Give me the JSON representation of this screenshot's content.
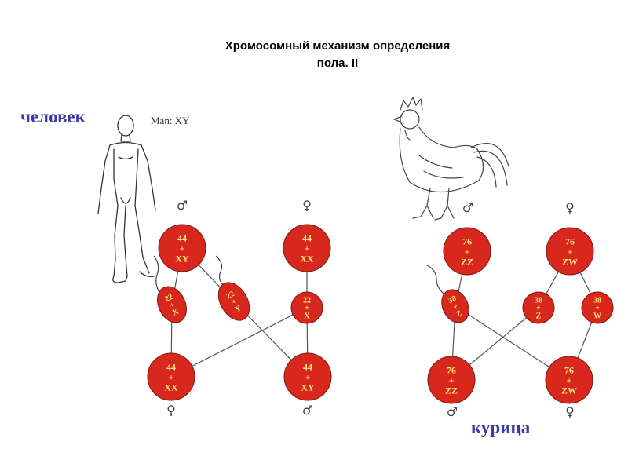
{
  "title": {
    "line1": "Хромосомный механизм определения",
    "line2": "пола. II"
  },
  "labels": {
    "human": "человек",
    "chicken": "курица",
    "man_caption": "Man: XY"
  },
  "symbols": {
    "male": "♂",
    "female": "♀"
  },
  "colors": {
    "cell_fill": "#d8281e",
    "cell_text": "#ffe27a",
    "label_blue": "#3a3aa8"
  },
  "human": {
    "parents": [
      {
        "id": "h-father",
        "lines": [
          "44",
          "+",
          "XY"
        ],
        "sex": "male"
      },
      {
        "id": "h-mother",
        "lines": [
          "44",
          "+",
          "XX"
        ],
        "sex": "female"
      }
    ],
    "gametes": [
      {
        "id": "h-sperm-x",
        "lines": [
          "22",
          "+",
          "X"
        ]
      },
      {
        "id": "h-sperm-y",
        "lines": [
          "22",
          "+",
          "Y"
        ]
      },
      {
        "id": "h-egg",
        "lines": [
          "22",
          "+",
          "X"
        ]
      }
    ],
    "offspring": [
      {
        "id": "h-daughter",
        "lines": [
          "44",
          "+",
          "XX"
        ],
        "sex": "female"
      },
      {
        "id": "h-son",
        "lines": [
          "44",
          "+",
          "XY"
        ],
        "sex": "male"
      }
    ]
  },
  "chicken": {
    "parents": [
      {
        "id": "c-rooster",
        "lines": [
          "76",
          "+",
          "ZZ"
        ],
        "sex": "male"
      },
      {
        "id": "c-hen",
        "lines": [
          "76",
          "+",
          "ZW"
        ],
        "sex": "female"
      }
    ],
    "gametes": [
      {
        "id": "c-sperm-z",
        "lines": [
          "38",
          "+",
          "Z"
        ]
      },
      {
        "id": "c-egg-z",
        "lines": [
          "38",
          "+",
          "Z"
        ]
      },
      {
        "id": "c-egg-w",
        "lines": [
          "38",
          "+",
          "W"
        ]
      }
    ],
    "offspring": [
      {
        "id": "c-male-chick",
        "lines": [
          "76",
          "+",
          "ZZ"
        ],
        "sex": "male"
      },
      {
        "id": "c-female-chick",
        "lines": [
          "76",
          "+",
          "ZW"
        ],
        "sex": "female"
      }
    ]
  }
}
